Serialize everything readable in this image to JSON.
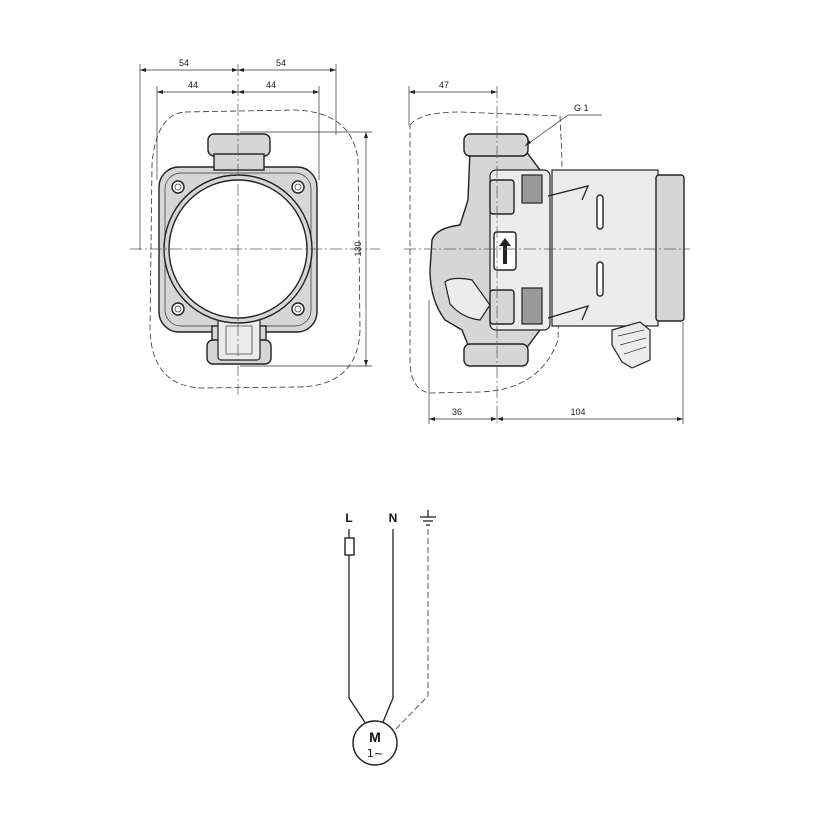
{
  "front_view": {
    "dim_outer_left": "54",
    "dim_outer_right": "54",
    "dim_inner_left": "44",
    "dim_inner_right": "44",
    "dim_height": "130"
  },
  "side_view": {
    "dim_top": "47",
    "thread_label": "G 1",
    "dim_bottom_left": "36",
    "dim_bottom_right": "104"
  },
  "wiring": {
    "terminal_live": "L",
    "terminal_neutral": "N",
    "ground_icon": "earth-ground-icon",
    "motor_label": "M",
    "motor_phase": "1~"
  }
}
